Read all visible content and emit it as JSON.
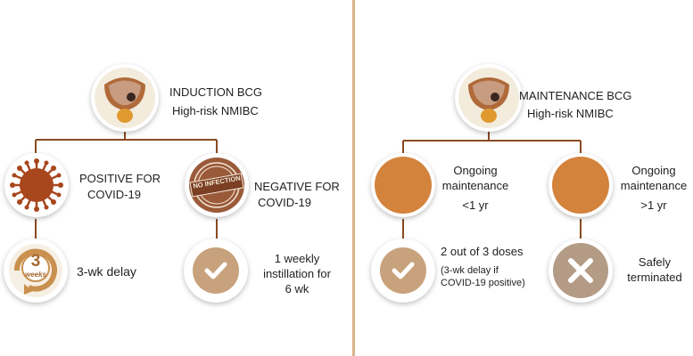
{
  "colors": {
    "divider": "#d9b48a",
    "line": "#8a4b22",
    "orange": "#d4833c",
    "tan": "#c8a27c",
    "virus": "#a8461c",
    "x_circle": "#b39b86"
  },
  "left": {
    "top": {
      "line1": "INDUCTION BCG",
      "line2": "High-risk NMIBC",
      "icon": "bladder-icon"
    },
    "branch_left": {
      "line1": "POSITIVE FOR",
      "line2": "COVID-19",
      "icon": "virus-icon"
    },
    "branch_right": {
      "line1": "NEGATIVE FOR",
      "line2": "COVID-19",
      "icon": "no-infection-stamp-icon",
      "stamp_text": "NO INFECTION"
    },
    "result_left": {
      "text": "3-wk delay",
      "icon": "three-weeks-calendar-icon",
      "badge_number": "3",
      "badge_word": "weeks"
    },
    "result_right": {
      "line1": "1 weekly",
      "line2": "instillation for",
      "line3": "6 wk",
      "icon": "check-icon"
    }
  },
  "right": {
    "top": {
      "line1": "MAINTENANCE BCG",
      "line2": "High-risk NMIBC",
      "icon": "bladder-icon"
    },
    "branch_left": {
      "line1": "Ongoing",
      "line2": "maintenance",
      "line3": "<1 yr"
    },
    "branch_right": {
      "line1": "Ongoing",
      "line2": "maintenance",
      "line3": ">1 yr"
    },
    "result_left": {
      "line1": "2 out of 3 doses",
      "line2": "(3-wk delay if",
      "line3": "COVID-19 positive)",
      "icon": "check-icon"
    },
    "result_right": {
      "line1": "Safely",
      "line2": "terminated",
      "icon": "x-icon"
    }
  }
}
